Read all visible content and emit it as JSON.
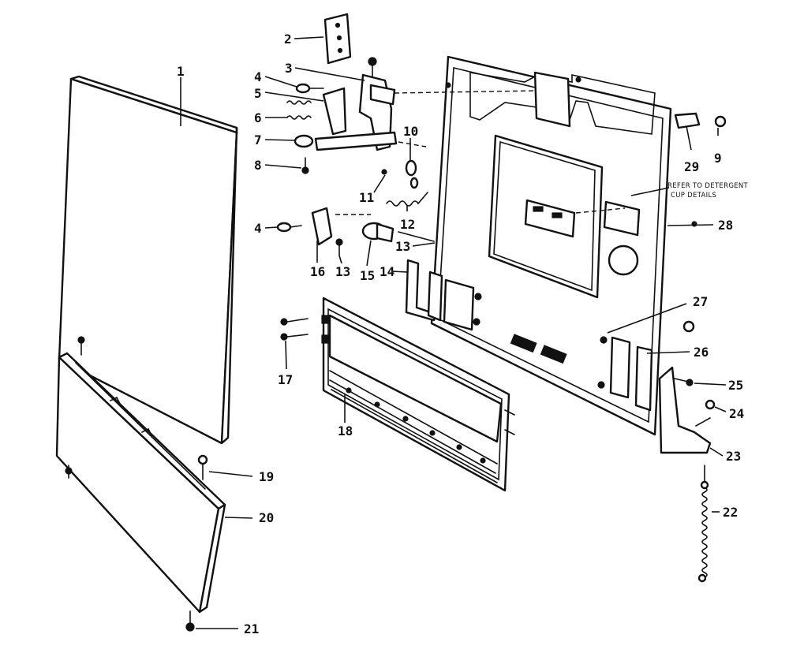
{
  "diagram": {
    "note": {
      "line1": "REFER TO DETERGENT",
      "line2": "CUP DETAILS"
    },
    "part_numbers": [
      "1",
      "2",
      "3",
      "4",
      "5",
      "6",
      "7",
      "8",
      "9",
      "10",
      "11",
      "12",
      "13",
      "14",
      "15",
      "16",
      "17",
      "18",
      "19",
      "20",
      "21",
      "22",
      "23",
      "24",
      "25",
      "26",
      "27",
      "28",
      "29"
    ],
    "repeated_labels": [
      "4",
      "13"
    ]
  }
}
